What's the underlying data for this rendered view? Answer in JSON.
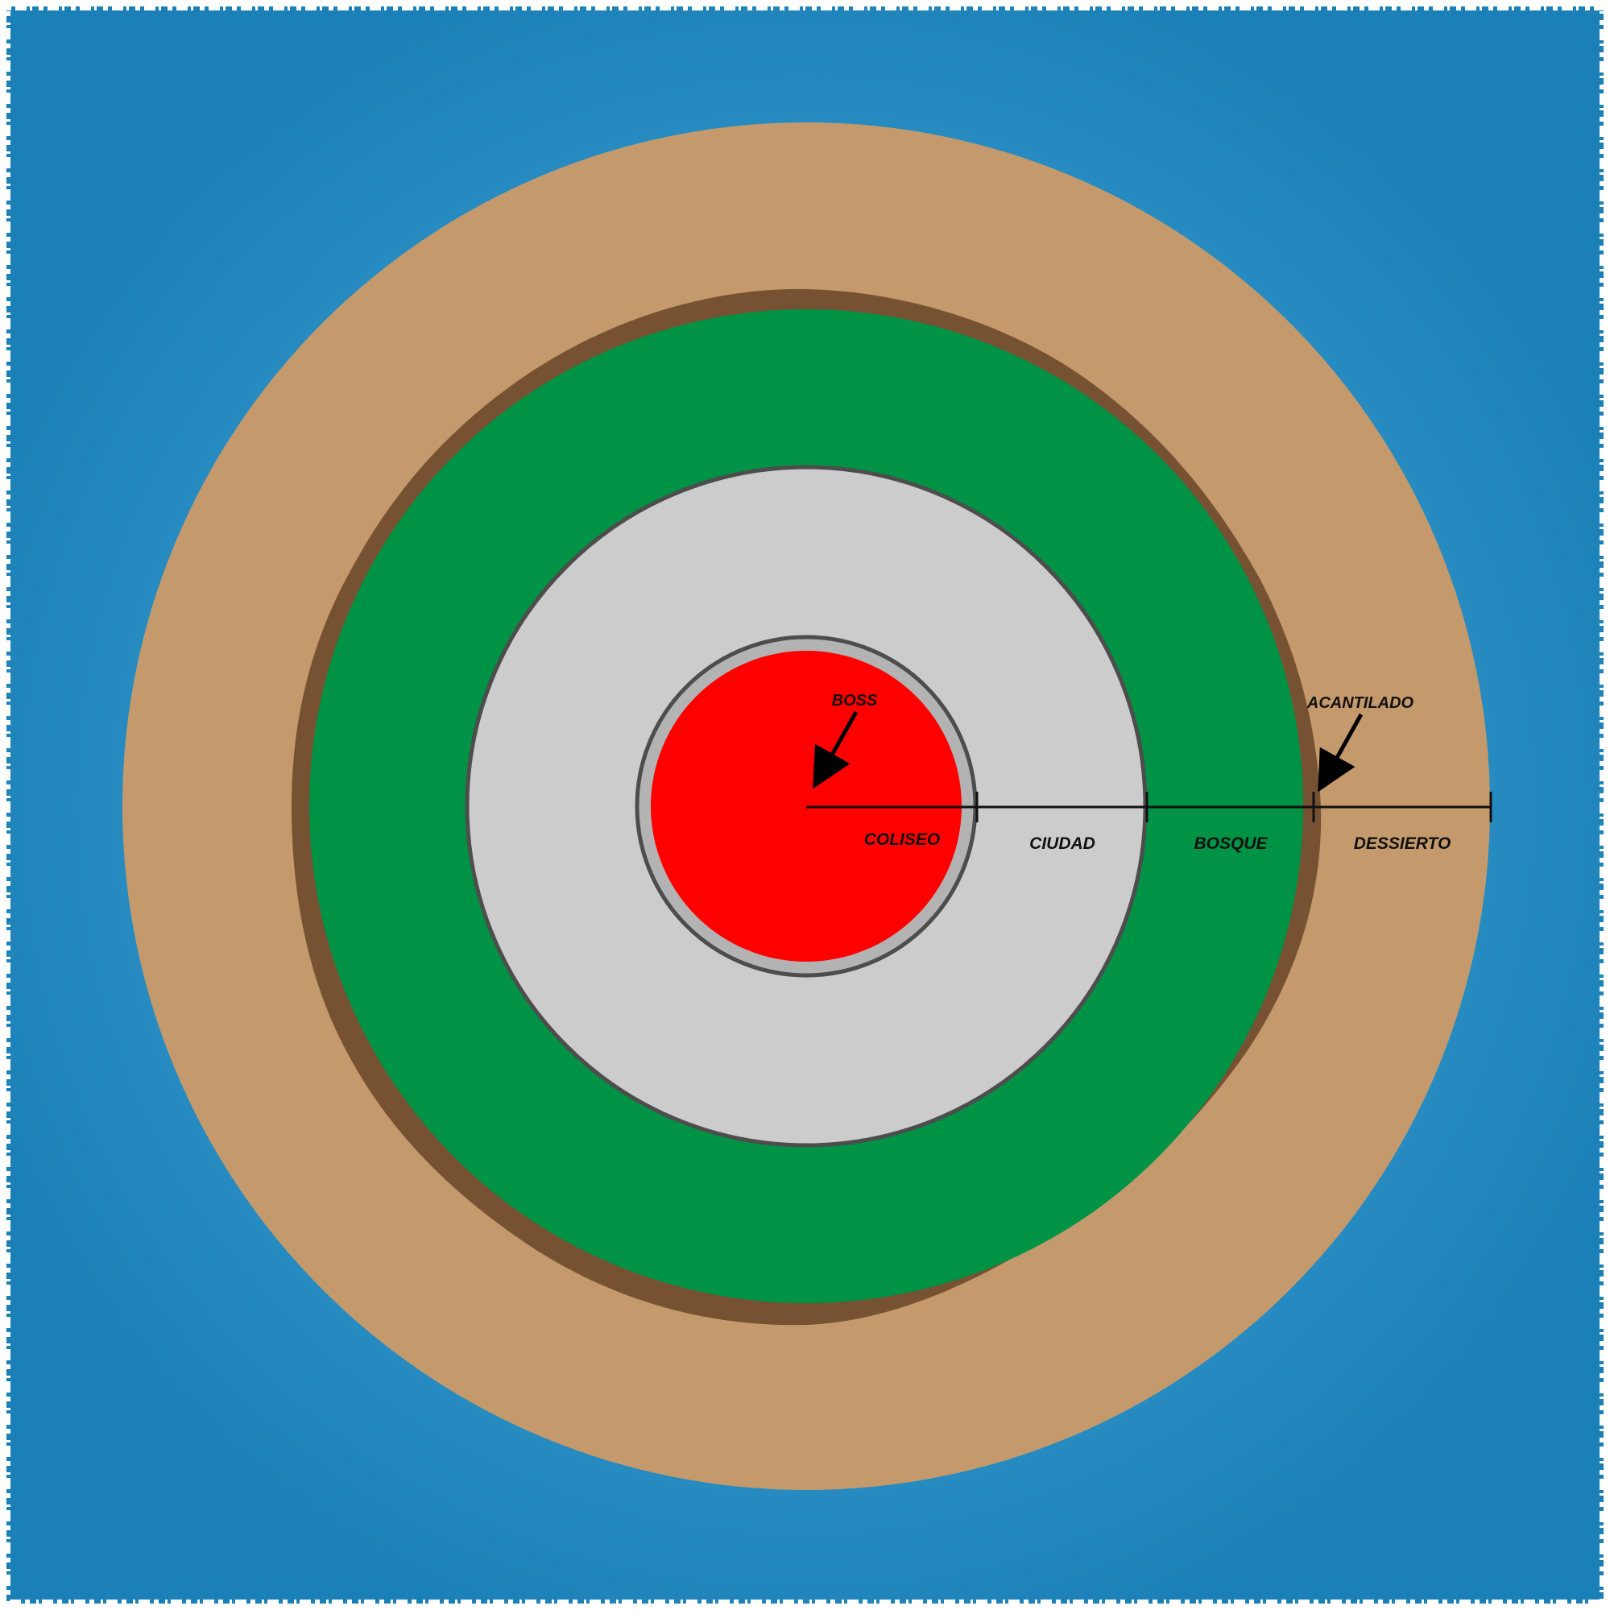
{
  "map": {
    "labels": {
      "boss": "BOSS",
      "cliff": "ACANTILADO",
      "coliseum": "COLISEO",
      "city": "CIUDAD",
      "forest": "BOSQUE",
      "desert": "DESSIERTO"
    },
    "zones": [
      {
        "id": "desert",
        "name_key": "desert",
        "color": "#c49a6c"
      },
      {
        "id": "cliff",
        "name_key": "cliff",
        "color": "#765232"
      },
      {
        "id": "forest",
        "name_key": "forest",
        "color": "#009245"
      },
      {
        "id": "city",
        "name_key": "city",
        "color": "#cccccc"
      },
      {
        "id": "coliseum-wall",
        "name_key": "coliseum",
        "color": "#b3b3b3"
      },
      {
        "id": "coliseum",
        "name_key": "coliseum",
        "color": "#ff0000"
      }
    ],
    "colors": {
      "ocean": "#1b80b7",
      "ocean_light": "#3a9bcc",
      "ring_outline": "#4d4d4d",
      "scale_line": "#111111"
    }
  }
}
